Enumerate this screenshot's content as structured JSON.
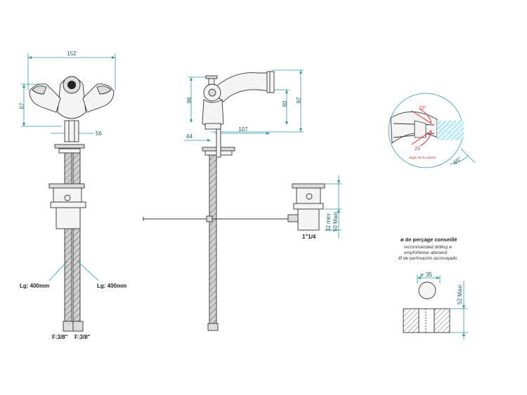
{
  "front_view": {
    "width_dim": "152",
    "height_dim": "67",
    "offset_dim": "56",
    "hose_left_label": "Lg: 400mm",
    "hose_right_label": "Lg: 400mm",
    "thread_left": "F:3/8\"",
    "thread_right": "F:3/8\""
  },
  "side_view": {
    "dim_96": "96",
    "dim_80": "80",
    "dim_97": "97",
    "dim_44": "44",
    "dim_107": "107"
  },
  "waste": {
    "dim_min": "32 mini",
    "dim_max": "50 Maxi",
    "thread": "1\"1/4"
  },
  "spout_detail": {
    "angle_top": "22°",
    "angle_bottom": "23",
    "note": "angle de la culasse",
    "angle_side": "65°"
  },
  "drilling": {
    "title": "ø de perçage conseillé",
    "lines": [
      "recommended drilling ø",
      "empfohlener abstand",
      "Ø de perforación aconsejado"
    ],
    "diameter": "35",
    "max_thickness": "52 Maxi"
  },
  "colors": {
    "dimension": "#2a9aa0",
    "line": "#333333",
    "highlight": "#d8262c"
  }
}
